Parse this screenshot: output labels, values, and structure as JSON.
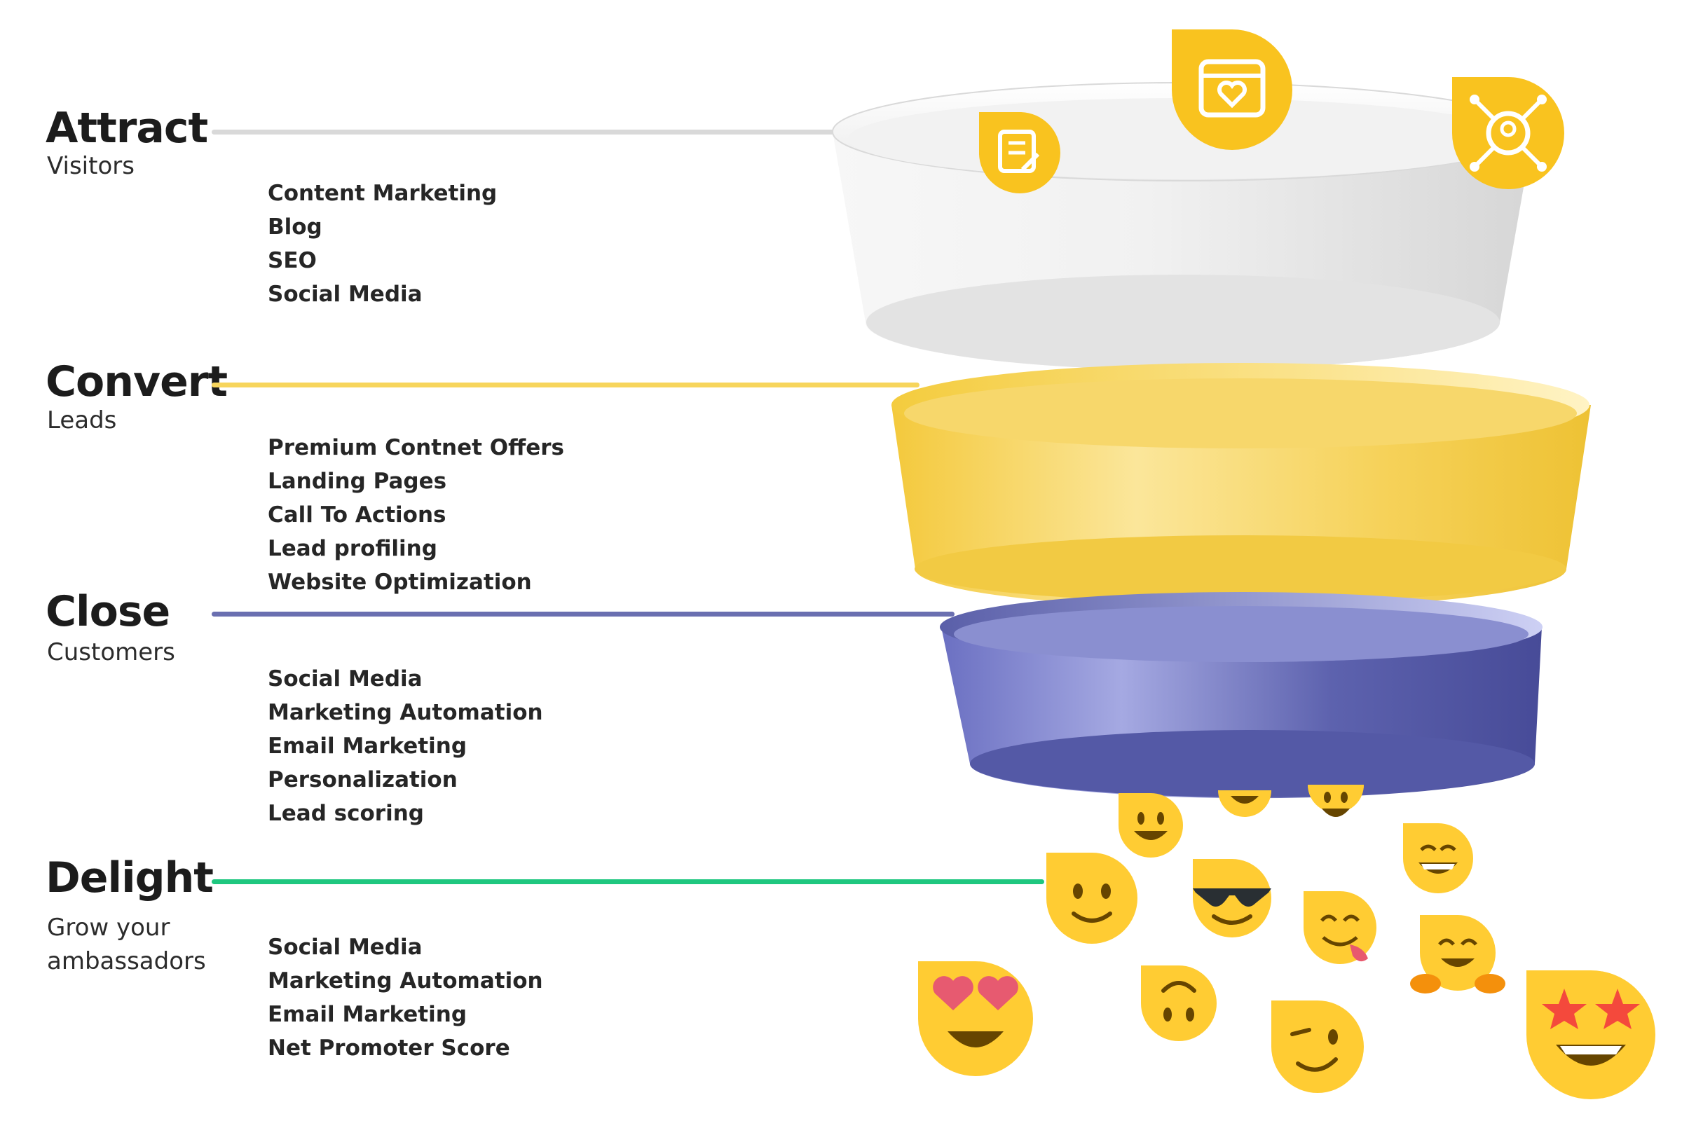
{
  "stages": [
    {
      "title": "Attract",
      "subtitle_lines": [
        "Visitors"
      ],
      "color": "#d9d9d9",
      "tactics": [
        "Content Marketing",
        "Blog",
        "SEO",
        "Social Media"
      ]
    },
    {
      "title": "Convert",
      "subtitle_lines": [
        "Leads"
      ],
      "color": "#f7d55c",
      "tactics": [
        "Premium Contnet Offers",
        "Landing Pages",
        "Call To Actions",
        "Lead profiling",
        "Website Optimization"
      ]
    },
    {
      "title": "Close",
      "subtitle_lines": [
        "Customers"
      ],
      "color": "#6a6fb0",
      "tactics": [
        "Social Media",
        "Marketing Automation",
        "Email Marketing",
        "Personalization",
        "Lead scoring"
      ]
    },
    {
      "title": "Delight",
      "subtitle_lines": [
        "Grow your",
        "ambassadors"
      ],
      "color": "#1fc77f",
      "tactics": [
        "Social Media",
        "Marketing Automation",
        "Email Marketing",
        "Net Promoter Score"
      ]
    }
  ],
  "funnel": {
    "ring_colors": [
      "#e4e4e4",
      "#f5cf4a",
      "#6468b4"
    ],
    "badge_icons": [
      "content-edit-icon",
      "browser-heart-icon",
      "network-user-icon"
    ],
    "badge_color": "#f9c31f"
  },
  "emojis": [
    "grinning-face-icon",
    "smiling-face-icon",
    "grinning-face-icon",
    "beaming-face-icon",
    "slightly-smiling-face-icon",
    "sunglasses-face-icon",
    "yum-face-icon",
    "hugging-face-icon",
    "heart-eyes-face-icon",
    "upside-down-face-icon",
    "winking-face-icon",
    "star-struck-face-icon"
  ]
}
